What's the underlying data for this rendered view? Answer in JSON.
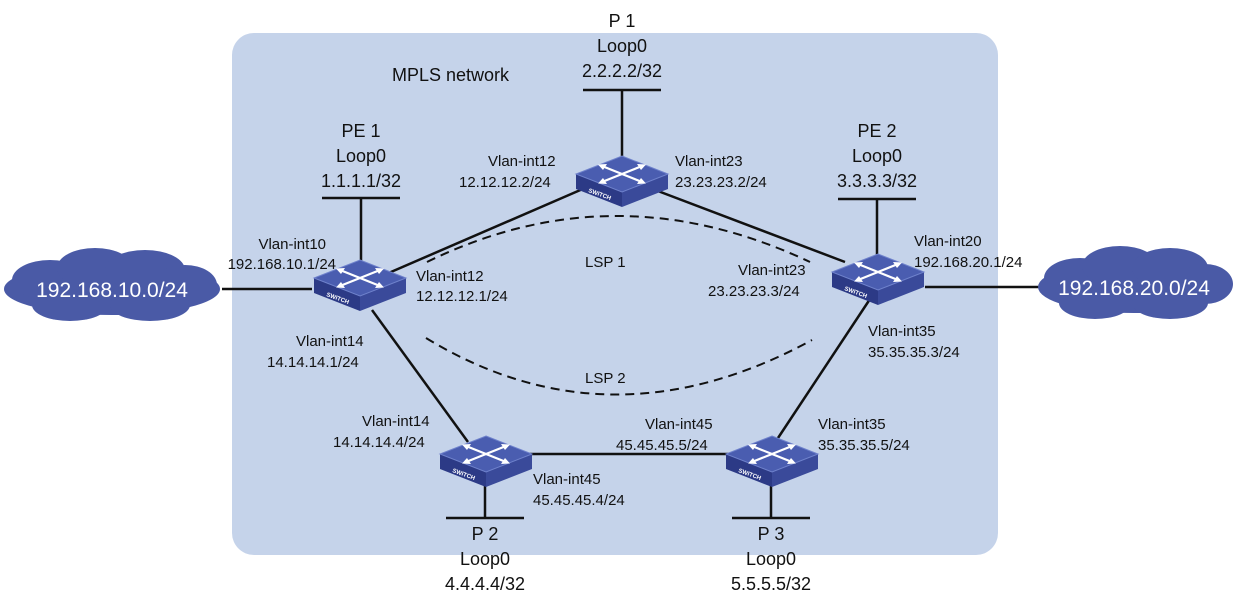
{
  "network_label": "MPLS network",
  "clouds": {
    "left": "192.168.10.0/24",
    "right": "192.168.20.0/24"
  },
  "lsps": {
    "lsp1": "LSP 1",
    "lsp2": "LSP 2"
  },
  "switch_badge": "SWITCH",
  "devices": {
    "pe1": {
      "name": "PE 1",
      "loop": "Loop0",
      "ip": "1.1.1.1/32"
    },
    "p1": {
      "name": "P 1",
      "loop": "Loop0",
      "ip": "2.2.2.2/32"
    },
    "pe2": {
      "name": "PE 2",
      "loop": "Loop0",
      "ip": "3.3.3.3/32"
    },
    "p2": {
      "name": "P 2",
      "loop": "Loop0",
      "ip": "4.4.4.4/32"
    },
    "p3": {
      "name": "P 3",
      "loop": "Loop0",
      "ip": "5.5.5.5/32"
    }
  },
  "interfaces": {
    "pe1_v10": {
      "name": "Vlan-int10",
      "ip": "192.168.10.1/24"
    },
    "pe1_v12": {
      "name": "Vlan-int12",
      "ip": "12.12.12.1/24"
    },
    "pe1_v14": {
      "name": "Vlan-int14",
      "ip": "14.14.14.1/24"
    },
    "p1_v12": {
      "name": "Vlan-int12",
      "ip": "12.12.12.2/24"
    },
    "p1_v23": {
      "name": "Vlan-int23",
      "ip": "23.23.23.2/24"
    },
    "pe2_v20": {
      "name": "Vlan-int20",
      "ip": "192.168.20.1/24"
    },
    "pe2_v23": {
      "name": "Vlan-int23",
      "ip": "23.23.23.3/24"
    },
    "pe2_v35": {
      "name": "Vlan-int35",
      "ip": "35.35.35.3/24"
    },
    "p2_v14": {
      "name": "Vlan-int14",
      "ip": "14.14.14.4/24"
    },
    "p2_v45": {
      "name": "Vlan-int45",
      "ip": "45.45.45.4/24"
    },
    "p3_v45": {
      "name": "Vlan-int45",
      "ip": "45.45.45.5/24"
    },
    "p3_v35": {
      "name": "Vlan-int35",
      "ip": "35.35.35.5/24"
    }
  },
  "colors": {
    "network_bg": "#c5d3ea",
    "cloud": "#4a5aa6",
    "switch_top": "#4a5db0",
    "switch_side": "#2c3a86"
  }
}
